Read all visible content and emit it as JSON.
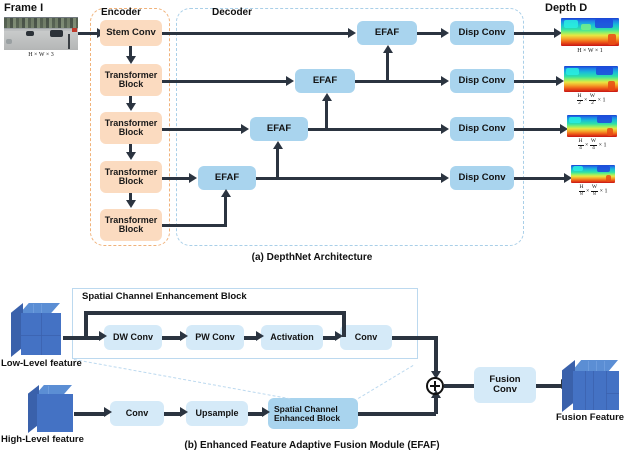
{
  "figure": {
    "panel_a": {
      "caption": "(a)  DepthNet Architecture",
      "input": {
        "title": "Frame I",
        "dim_text": "H × W × 3",
        "icon": "street-scene-thumbnail"
      },
      "groups": [
        {
          "name": "encoder",
          "label": "Encoder"
        },
        {
          "name": "decoder",
          "label": "Decoder"
        }
      ],
      "encoder_blocks": [
        {
          "label": "Stem Conv"
        },
        {
          "label": "Transformer\nBlock",
          "line1": "Transformer",
          "line2": "Block"
        },
        {
          "label": "Transformer\nBlock",
          "line1": "Transformer",
          "line2": "Block"
        },
        {
          "label": "Transformer\nBlock",
          "line1": "Transformer",
          "line2": "Block"
        },
        {
          "label": "Transformer\nBlock",
          "line1": "Transformer",
          "line2": "Block"
        }
      ],
      "efaf_blocks": [
        {
          "label": "EFAF"
        },
        {
          "label": "EFAF"
        },
        {
          "label": "EFAF"
        }
      ],
      "disp_blocks": [
        {
          "label": "Disp Conv"
        },
        {
          "label": "Disp Conv"
        },
        {
          "label": "Disp Conv"
        },
        {
          "label": "Disp Conv"
        }
      ],
      "output": {
        "title": "Depth D",
        "maps": [
          {
            "num_h": "H",
            "den_h": "",
            "num_w": "W",
            "den_w": "",
            "channels": "1",
            "scale": 1
          },
          {
            "num_h": "H",
            "den_h": "2",
            "num_w": "W",
            "den_w": "2",
            "channels": "1",
            "scale": 2
          },
          {
            "num_h": "H",
            "den_h": "4",
            "num_w": "W",
            "den_w": "4",
            "channels": "1",
            "scale": 4
          },
          {
            "num_h": "H",
            "den_h": "8",
            "num_w": "W",
            "den_w": "8",
            "channels": "1",
            "scale": 8
          }
        ],
        "times": "×"
      }
    },
    "panel_b": {
      "caption": "(b)  Enhanced Feature Adaptive Fusion Module  (EFAF)",
      "sceb_panel_label": "Spatial Channel Enhancement Block",
      "inputs": [
        {
          "name": "low-level-feature",
          "label": "Low-Level feature"
        },
        {
          "name": "high-level-feature",
          "label": "High-Level feature"
        }
      ],
      "top_chain": [
        {
          "label": "DW Conv"
        },
        {
          "label": "PW Conv"
        },
        {
          "label": "Activation"
        },
        {
          "label": "Conv"
        }
      ],
      "bottom_chain": [
        {
          "label": "Conv"
        },
        {
          "label": "Upsample"
        },
        {
          "label": "Spatial Channel\nEnhanced Block",
          "line1": "Spatial Channel",
          "line2": "Enhanced Block"
        }
      ],
      "operator": {
        "name": "element-wise-add",
        "symbol": "⊕"
      },
      "fusion_conv": {
        "line1": "Fusion",
        "line2": "Conv"
      },
      "output": {
        "label": "Fusion Feature"
      }
    }
  },
  "colors": {
    "peach": "#fbdbc0",
    "blue": "#a9d4ee",
    "blue_light": "#d5eaf8",
    "line": "#2b3440",
    "cube_front": "#4472c4",
    "encoder_dash": "#f0b27a",
    "decoder_dash": "#a9cfe8"
  }
}
